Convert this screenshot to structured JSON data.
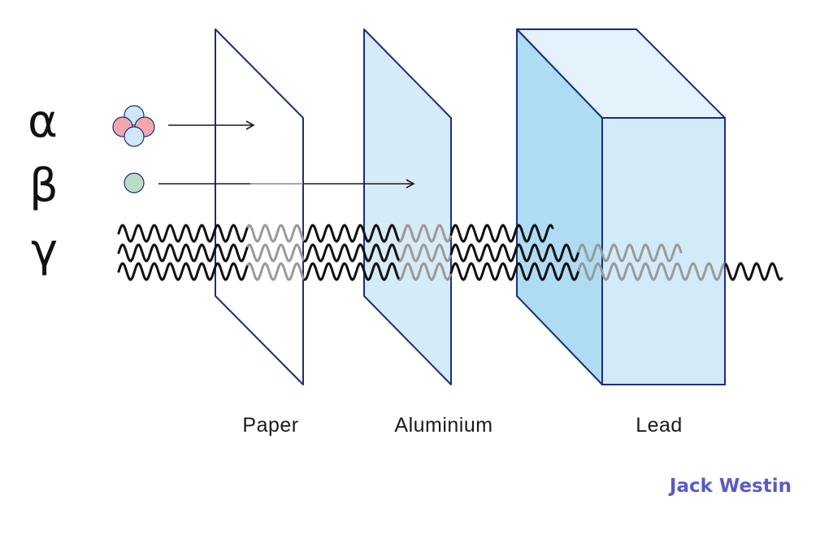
{
  "radiation": {
    "alpha_symbol": "α",
    "beta_symbol": "β",
    "gamma_symbol": "γ"
  },
  "barriers": {
    "paper_label": "Paper",
    "aluminium_label": "Aluminium",
    "lead_label": "Lead"
  },
  "brand": {
    "name": "Jack Westin"
  },
  "colors": {
    "outline": "#1e2d7a",
    "paper_fill": "#ffffff",
    "aluminium_fill": "#d6ebf8",
    "lead_front": "#d3ebf8",
    "lead_side": "#aedcf3",
    "lead_top": "#e3f2fb",
    "alpha_pink": "#f3a7ad",
    "alpha_blue": "#cfe8f8",
    "beta_green": "#b9dcc4",
    "wave_dark": "#111111",
    "wave_faded": "#9a9a9a",
    "brand": "#5a5cc4"
  }
}
